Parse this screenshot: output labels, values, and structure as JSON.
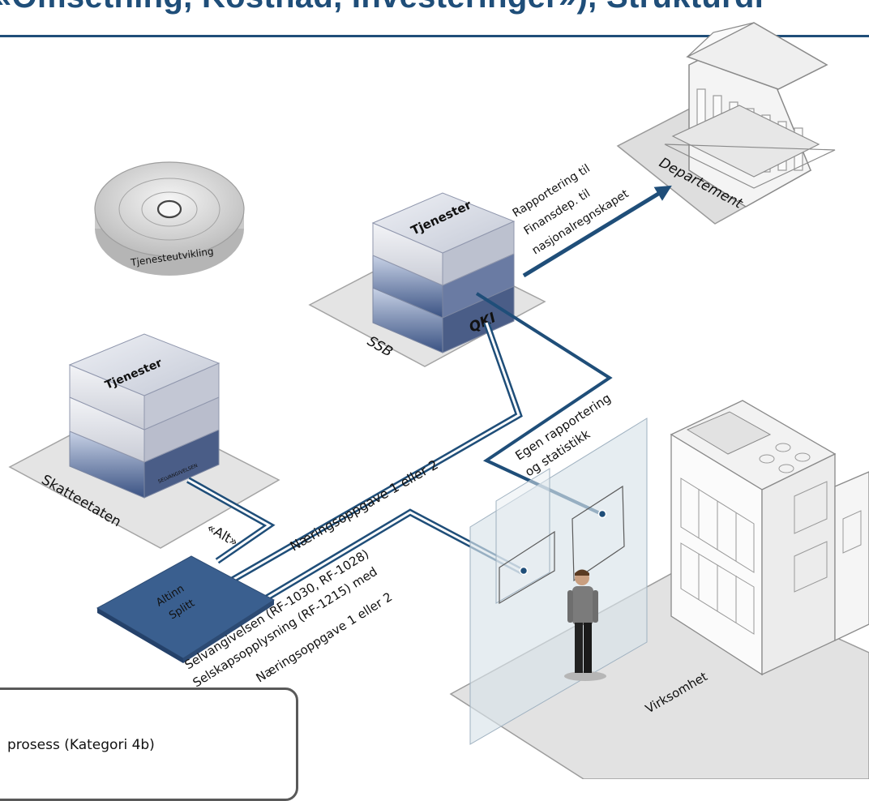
{
  "title": "«Omsetning, Kostnad, Investeringer»), Strukturdi",
  "ring_label": "Tjenesteutvikling",
  "nodes": {
    "skatteetaten": {
      "label": "Skatteetaten",
      "stack_label": "Tjenester",
      "base_band": "SELVANGIVELSEN"
    },
    "ssb": {
      "label": "SSB",
      "stack_label": "Tjenester",
      "base_band": "QKI"
    },
    "departement": {
      "label": "Departement"
    },
    "altinn": {
      "line1": "Altinn",
      "line2": "Splitt"
    },
    "virksomhet": {
      "label": "Virksomhet"
    }
  },
  "flows": {
    "alt": "«Alt»",
    "naeringsoppgave": "Næringsoppgave 1 eller 2",
    "rapportering": [
      "Rapportering til",
      "Finansdep. til",
      "nasjonalregnskapet"
    ],
    "egen": [
      "Egen rapportering",
      "og statistikk"
    ],
    "selvangivelsen": [
      "Selvangivelsen (RF-1030, RF-1028)",
      "Selskapsopplysning (RF-1215) med",
      "Næringsoppgave 1 eller 2"
    ]
  },
  "legend": {
    "text": "prosess (Kategori 4b)"
  },
  "colors": {
    "title": "#1f4e79",
    "arrow": "#1f4e79",
    "altinn": "#3a5f8f"
  }
}
